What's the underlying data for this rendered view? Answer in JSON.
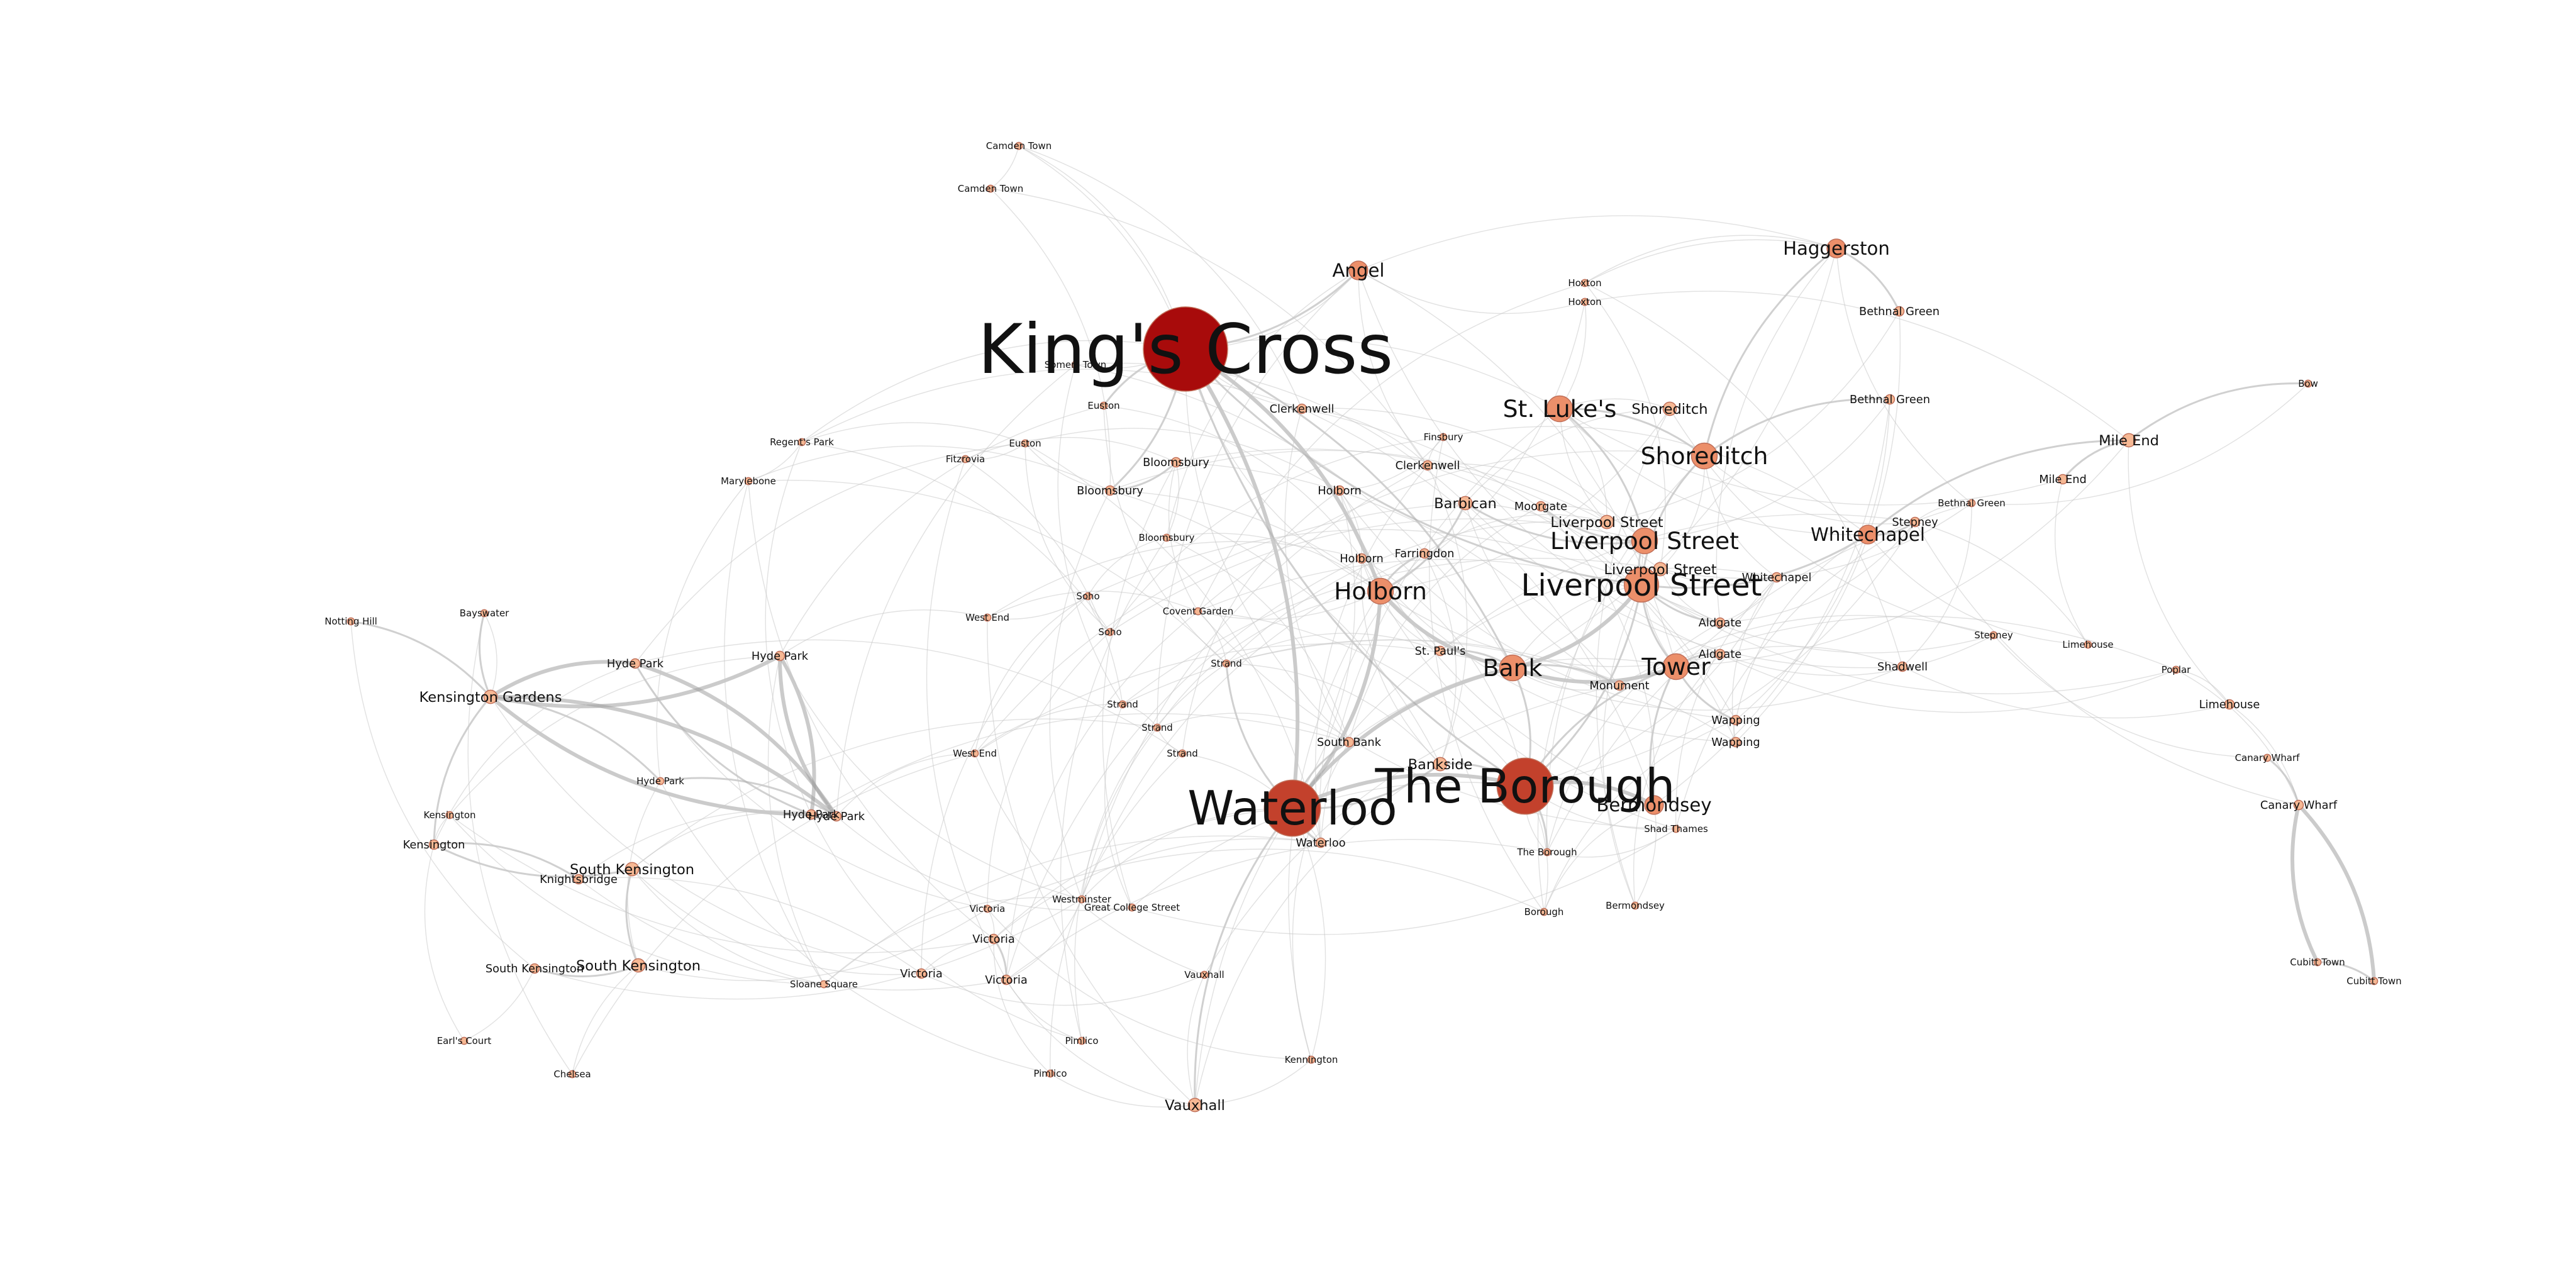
{
  "colors": {
    "background": "#ffffff",
    "node_small": "#f6b894",
    "node_medium": "#ec8f6a",
    "node_large": "#c3412c",
    "node_hub": "#a80b0b",
    "edge": "#b8b8b8",
    "label": "#111111"
  },
  "network": {
    "nodes": [
      {
        "id": "kings-cross",
        "label": "King's Cross",
        "weight": 10
      },
      {
        "id": "waterloo",
        "label": "Waterloo",
        "weight": 8
      },
      {
        "id": "the-borough",
        "label": "The Borough",
        "weight": 8
      },
      {
        "id": "liverpool-street-a",
        "label": "Liverpool Street",
        "weight": 6
      },
      {
        "id": "liverpool-street-b",
        "label": "Liverpool Street",
        "weight": 5
      },
      {
        "id": "liverpool-street-c",
        "label": "Liverpool Street",
        "weight": 3
      },
      {
        "id": "liverpool-street-d",
        "label": "Liverpool Street",
        "weight": 3
      },
      {
        "id": "holborn-a",
        "label": "Holborn",
        "weight": 5
      },
      {
        "id": "holborn-b",
        "label": "Holborn",
        "weight": 2
      },
      {
        "id": "holborn-c",
        "label": "Holborn",
        "weight": 2
      },
      {
        "id": "bank",
        "label": "Bank",
        "weight": 5
      },
      {
        "id": "tower",
        "label": "Tower",
        "weight": 5
      },
      {
        "id": "st-lukes",
        "label": "St. Luke's",
        "weight": 5
      },
      {
        "id": "shoreditch-a",
        "label": "Shoreditch",
        "weight": 5
      },
      {
        "id": "shoreditch-b",
        "label": "Shoreditch",
        "weight": 3
      },
      {
        "id": "bermondsey",
        "label": "Bermondsey",
        "weight": 4
      },
      {
        "id": "bankside",
        "label": "Bankside",
        "weight": 3
      },
      {
        "id": "haggerston",
        "label": "Haggerston",
        "weight": 4
      },
      {
        "id": "angel",
        "label": "Angel",
        "weight": 4
      },
      {
        "id": "whitechapel-a",
        "label": "Whitechapel",
        "weight": 4
      },
      {
        "id": "whitechapel-b",
        "label": "Whitechapel",
        "weight": 2
      },
      {
        "id": "barbican",
        "label": "Barbican",
        "weight": 3
      },
      {
        "id": "moorgate",
        "label": "Moorgate",
        "weight": 2
      },
      {
        "id": "farringdon",
        "label": "Farringdon",
        "weight": 2
      },
      {
        "id": "aldgate-a",
        "label": "Aldgate",
        "weight": 2
      },
      {
        "id": "aldgate-b",
        "label": "Aldgate",
        "weight": 2
      },
      {
        "id": "wapping-a",
        "label": "Wapping",
        "weight": 2
      },
      {
        "id": "wapping-b",
        "label": "Wapping",
        "weight": 2
      },
      {
        "id": "shadwell",
        "label": "Shadwell",
        "weight": 2
      },
      {
        "id": "mile-end-a",
        "label": "Mile End",
        "weight": 3
      },
      {
        "id": "mile-end-b",
        "label": "Mile End",
        "weight": 2
      },
      {
        "id": "stepney-a",
        "label": "Stepney",
        "weight": 2
      },
      {
        "id": "stepney-b",
        "label": "Stepney",
        "weight": 1
      },
      {
        "id": "bethnal-green-a",
        "label": "Bethnal Green",
        "weight": 2
      },
      {
        "id": "bethnal-green-b",
        "label": "Bethnal Green",
        "weight": 2
      },
      {
        "id": "bethnal-green-c",
        "label": "Bethnal Green",
        "weight": 1
      },
      {
        "id": "limehouse-a",
        "label": "Limehouse",
        "weight": 2
      },
      {
        "id": "limehouse-b",
        "label": "Limehouse",
        "weight": 1
      },
      {
        "id": "canary-wharf",
        "label": "Canary Wharf",
        "weight": 2
      },
      {
        "id": "canary-wharf-small",
        "label": "Canary Wharf",
        "weight": 1
      },
      {
        "id": "cubitt-town-a",
        "label": "Cubitt Town",
        "weight": 1
      },
      {
        "id": "cubitt-town-b",
        "label": "Cubitt Town",
        "weight": 1
      },
      {
        "id": "bow",
        "label": "Bow",
        "weight": 1
      },
      {
        "id": "poplar",
        "label": "Poplar",
        "weight": 1
      },
      {
        "id": "clerkenwell-a",
        "label": "Clerkenwell",
        "weight": 2
      },
      {
        "id": "clerkenwell-b",
        "label": "Clerkenwell",
        "weight": 2
      },
      {
        "id": "hoxton-a",
        "label": "Hoxton",
        "weight": 1
      },
      {
        "id": "hoxton-b",
        "label": "Hoxton",
        "weight": 1
      },
      {
        "id": "finsbury",
        "label": "Finsbury",
        "weight": 1
      },
      {
        "id": "st-pauls",
        "label": "St. Paul's",
        "weight": 2
      },
      {
        "id": "monument",
        "label": "Monument",
        "weight": 2
      },
      {
        "id": "south-bank",
        "label": "South Bank",
        "weight": 2
      },
      {
        "id": "waterloo-small",
        "label": "Waterloo",
        "weight": 2
      },
      {
        "id": "the-borough-small",
        "label": "The Borough",
        "weight": 1
      },
      {
        "id": "bermondsey-small",
        "label": "Bermondsey",
        "weight": 1
      },
      {
        "id": "borough",
        "label": "Borough",
        "weight": 1
      },
      {
        "id": "bloomsbury-a",
        "label": "Bloomsbury",
        "weight": 2
      },
      {
        "id": "bloomsbury-b",
        "label": "Bloomsbury",
        "weight": 2
      },
      {
        "id": "bloomsbury-c",
        "label": "Bloomsbury",
        "weight": 1
      },
      {
        "id": "euston-a",
        "label": "Euston",
        "weight": 1
      },
      {
        "id": "euston-b",
        "label": "Euston",
        "weight": 1
      },
      {
        "id": "somers-town",
        "label": "Somers Town",
        "weight": 1
      },
      {
        "id": "camden-town-a",
        "label": "Camden Town",
        "weight": 1
      },
      {
        "id": "camden-town-b",
        "label": "Camden Town",
        "weight": 1
      },
      {
        "id": "covent-garden",
        "label": "Covent Garden",
        "weight": 1
      },
      {
        "id": "soho-a",
        "label": "Soho",
        "weight": 1
      },
      {
        "id": "soho-b",
        "label": "Soho",
        "weight": 1
      },
      {
        "id": "strand-a",
        "label": "Strand",
        "weight": 1
      },
      {
        "id": "strand-b",
        "label": "Strand",
        "weight": 1
      },
      {
        "id": "strand-c",
        "label": "Strand",
        "weight": 1
      },
      {
        "id": "strand-d",
        "label": "Strand",
        "weight": 1
      },
      {
        "id": "west-end-a",
        "label": "West End",
        "weight": 1
      },
      {
        "id": "west-end-b",
        "label": "West End",
        "weight": 1
      },
      {
        "id": "regents-park",
        "label": "Regent's Park",
        "weight": 1
      },
      {
        "id": "marylebone",
        "label": "Marylebone",
        "weight": 1
      },
      {
        "id": "fitzrovia",
        "label": "Fitzrovia",
        "weight": 1
      },
      {
        "id": "kensington-gardens",
        "label": "Kensington Gardens",
        "weight": 3
      },
      {
        "id": "hyde-park-a",
        "label": "Hyde Park",
        "weight": 2
      },
      {
        "id": "hyde-park-b",
        "label": "Hyde Park",
        "weight": 2
      },
      {
        "id": "hyde-park-c",
        "label": "Hyde Park",
        "weight": 2
      },
      {
        "id": "hyde-park-d",
        "label": "Hyde Park",
        "weight": 2
      },
      {
        "id": "hyde-park-e",
        "label": "Hyde Park",
        "weight": 1
      },
      {
        "id": "notting-hill",
        "label": "Notting Hill",
        "weight": 1
      },
      {
        "id": "bayswater",
        "label": "Bayswater",
        "weight": 1
      },
      {
        "id": "kensington-a",
        "label": "Kensington",
        "weight": 2
      },
      {
        "id": "kensington-b",
        "label": "Kensington",
        "weight": 1
      },
      {
        "id": "knightsbridge",
        "label": "Knightsbridge",
        "weight": 2
      },
      {
        "id": "south-kensington-a",
        "label": "South Kensington",
        "weight": 3
      },
      {
        "id": "south-kensington-b",
        "label": "South Kensington",
        "weight": 3
      },
      {
        "id": "south-kensington-c",
        "label": "South Kensington",
        "weight": 2
      },
      {
        "id": "chelsea",
        "label": "Chelsea",
        "weight": 1
      },
      {
        "id": "earls-court",
        "label": "Earl's Court",
        "weight": 1
      },
      {
        "id": "victoria-a",
        "label": "Victoria",
        "weight": 2
      },
      {
        "id": "victoria-b",
        "label": "Victoria",
        "weight": 2
      },
      {
        "id": "victoria-c",
        "label": "Victoria",
        "weight": 2
      },
      {
        "id": "victoria-d",
        "label": "Victoria",
        "weight": 1
      },
      {
        "id": "westminster",
        "label": "Westminster",
        "weight": 1
      },
      {
        "id": "great-college-street",
        "label": "Great College Street",
        "weight": 1
      },
      {
        "id": "pimlico-a",
        "label": "Pimlico",
        "weight": 1
      },
      {
        "id": "pimlico-b",
        "label": "Pimlico",
        "weight": 1
      },
      {
        "id": "vauxhall-a",
        "label": "Vauxhall",
        "weight": 3
      },
      {
        "id": "vauxhall-b",
        "label": "Vauxhall",
        "weight": 1
      },
      {
        "id": "kennington",
        "label": "Kennington",
        "weight": 1
      },
      {
        "id": "sloane-square",
        "label": "Sloane Square",
        "weight": 1
      },
      {
        "id": "shad-thames",
        "label": "Shad Thames",
        "weight": 1
      }
    ]
  }
}
